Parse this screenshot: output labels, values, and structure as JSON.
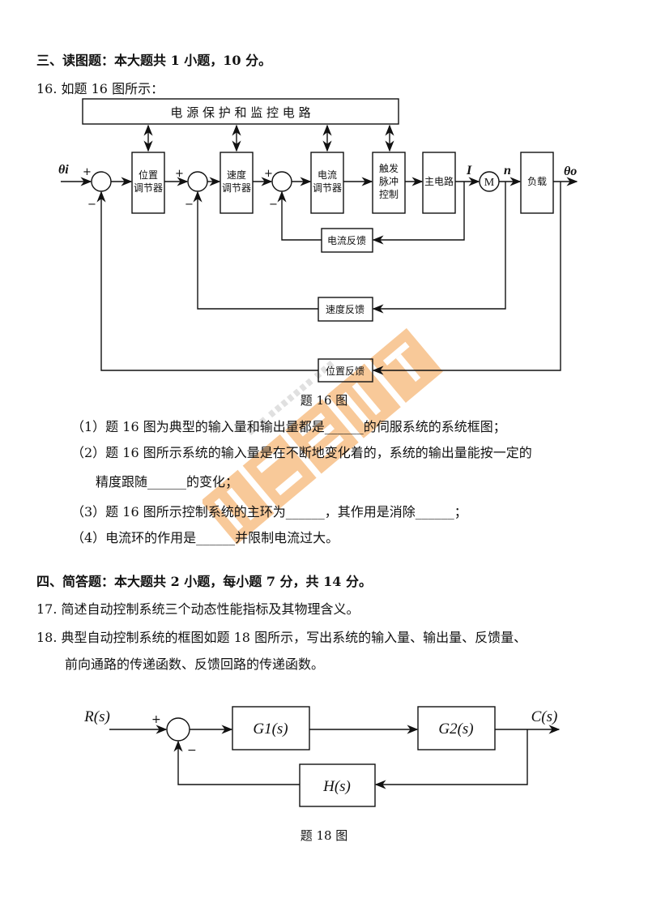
{
  "section3": {
    "heading": "三、读图题：本大题共 1 小题，10 分。"
  },
  "q16": {
    "stem": "16. 如题 16 图所示：",
    "diagram": {
      "top_box": "电 源 保 护 和 监 控 电 路",
      "blocks": [
        {
          "l1": "位置",
          "l2": "调节器"
        },
        {
          "l1": "速度",
          "l2": "调节器"
        },
        {
          "l1": "电流",
          "l2": "调节器"
        },
        {
          "l1": "触发",
          "l2": "脉冲",
          "l3": "控制"
        },
        {
          "l1": "主电路"
        },
        {
          "l1": "负载"
        }
      ],
      "motor": "M",
      "input": "θi",
      "output": "θo",
      "current_label": "I",
      "speed_label": "n",
      "plus": "+",
      "minus": "−",
      "feedback": [
        "电流反馈",
        "速度反馈",
        "位置反馈"
      ],
      "caption": "题 16 图"
    },
    "items": [
      "（1）题 16 图为典型的输入量和输出量都是______的伺服系统的系统框图；",
      "（2）题 16 图所示系统的输入量是在不断地变化着的，系统的输出量能按一定的",
      "精度跟随______的变化；",
      "（3）题 16 图所示控制系统的主环为______，其作用是消除______；",
      "（4）电流环的作用是______并限制电流过大。"
    ]
  },
  "section4": {
    "heading": "四、简答题：本大题共 2 小题，每小题 7 分，共 14 分。"
  },
  "q17": {
    "text": "17. 简述自动控制系统三个动态性能指标及其物理含义。"
  },
  "q18": {
    "line1": "18. 典型自动控制系统的框图如题 18 图所示，写出系统的输入量、输出量、反馈量、",
    "line2": "前向通路的传递函数、反馈回路的传递函数。",
    "diagram": {
      "input": "R(s)",
      "output": "C(s)",
      "g1": "G1(s)",
      "g2": "G2(s)",
      "h": "H(s)",
      "plus": "+",
      "minus": "−",
      "caption": "题 18 图"
    }
  },
  "watermark": {
    "url": "WWW.TPZIKAO.COM",
    "name": "四川自考网",
    "color": "#f08a20"
  }
}
